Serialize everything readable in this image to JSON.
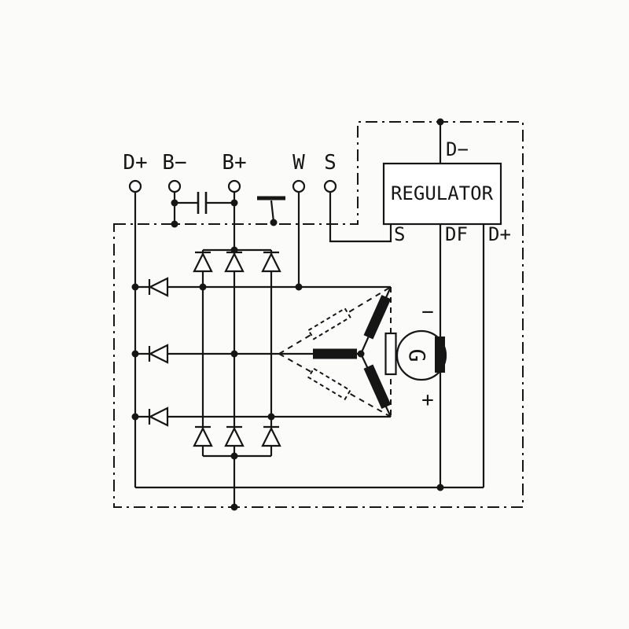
{
  "diagram": {
    "colors": {
      "ink": "#161616",
      "paper": "#fbfbfa"
    },
    "terminals": [
      {
        "label": "D+"
      },
      {
        "label": "B−"
      },
      {
        "label": "B+"
      },
      {
        "label": "W"
      },
      {
        "label": "S"
      }
    ],
    "regulator": {
      "title": "REGULATOR",
      "top_pin": "D−",
      "bottom_pins": [
        "S",
        "DF",
        "D+"
      ]
    },
    "generator": {
      "symbol": "G",
      "top_polarity": "−",
      "bottom_polarity": "+"
    }
  }
}
